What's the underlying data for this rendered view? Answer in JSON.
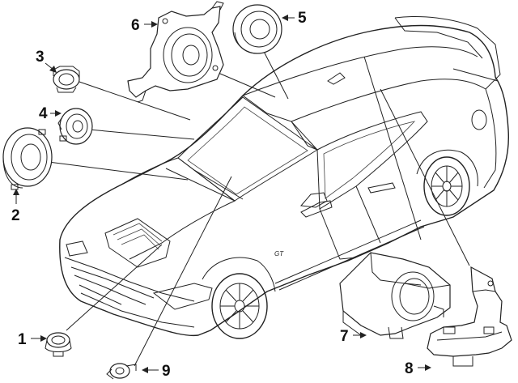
{
  "diagram": {
    "callouts": [
      {
        "id": "1",
        "label": "1"
      },
      {
        "id": "2",
        "label": "2"
      },
      {
        "id": "3",
        "label": "3"
      },
      {
        "id": "4",
        "label": "4"
      },
      {
        "id": "5",
        "label": "5"
      },
      {
        "id": "6",
        "label": "6"
      },
      {
        "id": "7",
        "label": "7"
      },
      {
        "id": "8",
        "label": "8"
      },
      {
        "id": "9",
        "label": "9"
      }
    ],
    "badge_text": "GT",
    "line_color": "#222222",
    "background": "#ffffff"
  }
}
